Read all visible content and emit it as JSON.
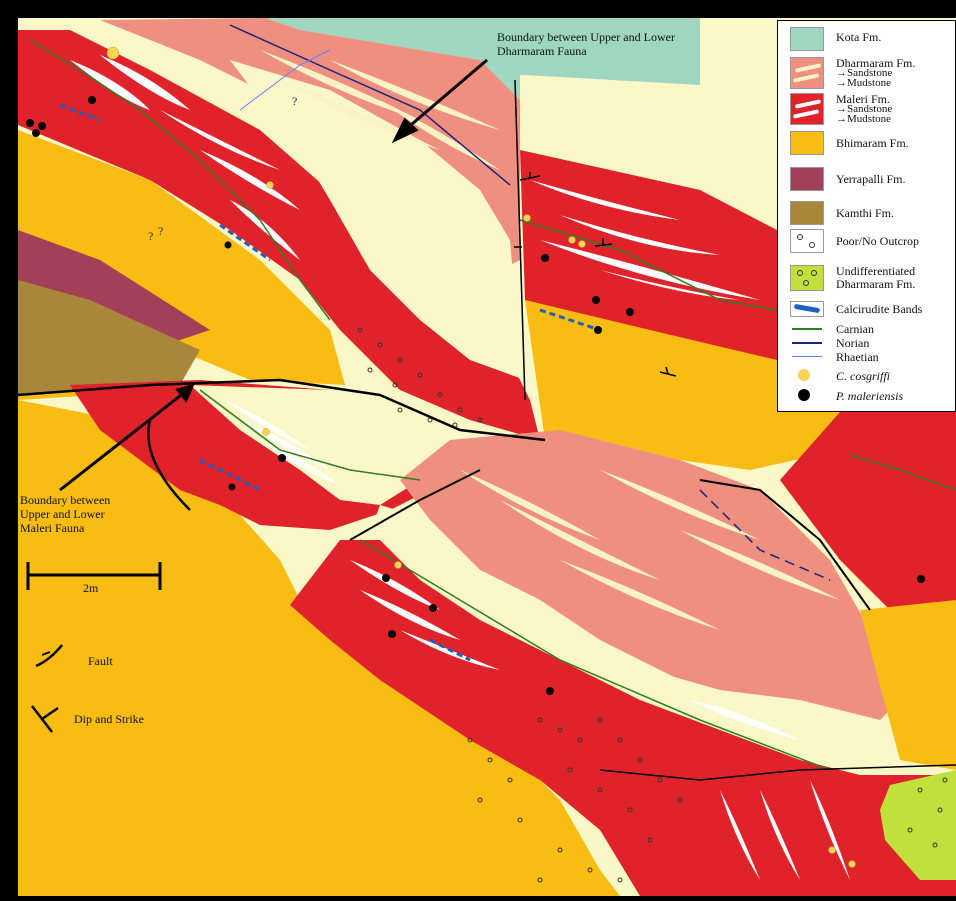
{
  "annotations": {
    "upper_boundary": [
      "Boundary between Upper and Lower",
      "Dharmaram Fauna"
    ],
    "lower_boundary": [
      "Boundary between",
      "Upper and Lower",
      "Maleri Fauna"
    ],
    "scale_label": "2m",
    "fault_label": "Fault",
    "dip_strike_label": "Dip and Strike",
    "question_mark": "?"
  },
  "legend": {
    "items": [
      {
        "label": "Kota Fm.",
        "color": "#9fd6c2"
      },
      {
        "label": "Dharmaram Fm.",
        "sub": [
          "Sandstone",
          "Mudstone"
        ],
        "color": "#ef8f80",
        "band": "#fbf3c4"
      },
      {
        "label": "Maleri Fm.",
        "sub": [
          "Sandstone",
          "Mudstone"
        ],
        "color": "#e0232b",
        "band": "#ffffff"
      },
      {
        "label": "Bhimaram Fm.",
        "color": "#f9bc12"
      },
      {
        "label": "Yerrapalli Fm.",
        "color": "#a43f5a"
      },
      {
        "label": "Kamthi Fm.",
        "color": "#a9873a"
      },
      {
        "label": "Poor/No Outcrop",
        "color": "#ffffff"
      },
      {
        "label": [
          "Undifferentiated",
          "Dharmaram Fm."
        ],
        "color": "#c2e03c"
      },
      {
        "label": "Calcirudite Bands",
        "color": "#1f5fbf"
      },
      {
        "label": "Carnian",
        "color": "#2e7d1f"
      },
      {
        "label": "Norian",
        "color": "#1a237e"
      },
      {
        "label": "Rhaetian",
        "color": "#6b7bff"
      },
      {
        "label": "C. cosgriffi",
        "color": "#f7d358"
      },
      {
        "label": "P. maleriensis",
        "color": "#000000"
      }
    ]
  },
  "colors": {
    "frame": "#000000",
    "sandstone_pale": "#fbf8c8",
    "dharmaram": "#ef8f80",
    "maleri": "#e0232b",
    "bhimaram": "#f9bc12",
    "kota": "#9fd6c2",
    "yerrapalli": "#a43f5a",
    "kamthi": "#a9873a",
    "undiff": "#c2e03c"
  }
}
